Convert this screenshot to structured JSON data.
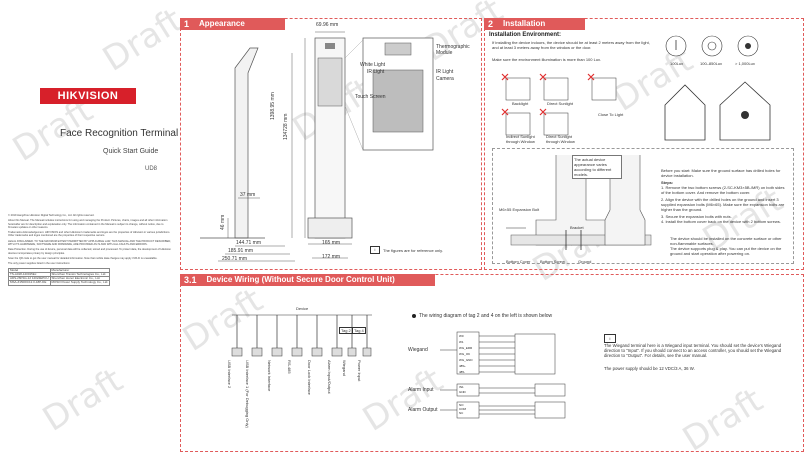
{
  "brand": "HIKVISION",
  "cover": {
    "title": "Face Recognition Terminal",
    "subtitle": "Quick Start Guide",
    "code": "UD8"
  },
  "watermark": "Draft",
  "legal": {
    "p1": "© 2019 Hangzhou Hikvision Digital Technology Co., Ltd. All rights reserved.",
    "p2": "About this Manual. The Manual includes instructions for using and managing the Product. Pictures, charts, images and all other information hereinafter are for description and explanation only. The information contained in the Manual is subject to change, without notice, due to firmware updates or other reasons.",
    "p3": "Trademarks Acknowledgement. HIKVISION and other Hikvision's trademarks and logos are the properties of Hikvision in various jurisdictions. Other trademarks and logos mentioned are the properties of their respective owners.",
    "p4": "LEGAL DISCLAIMER. TO THE MAXIMUM EXTENT PERMITTED BY APPLICABLE LAW, THIS MANUAL AND THE PRODUCT DESCRIBED, WITH ITS HARDWARE, SOFTWARE AND FIRMWARE, ARE PROVIDED AS IS AND WITH ALL FAULTS AND ERRORS.",
    "p5": "Data Protection. During the use of device, personal data will be collected, stored and processed. To protect data, the development of Hikvision devices incorporates privacy by design principles.",
    "p6": "Scan the QR code to get the user manual for detailed information. Note that mobile data charges may apply if Wi-Fi is unavailable.",
    "table_caption": "The only power supplies listed in the user instructions:",
    "table": [
      [
        "Model",
        "Manufacturer"
      ],
      [
        "TS-A018-120015Ec",
        "Shenzhen Transin Technologies Co., Ltd."
      ],
      [
        "ADS-26FSG-12 12024EPCU",
        "Shenzhen Honor Electronic Co., Ltd."
      ],
      [
        "MSA-Z1500IC12.0-18P-DE",
        "MOSO Power Supply Technology Co., Ltd."
      ]
    ]
  },
  "appearance": {
    "num": "1",
    "title": "Appearance",
    "dims": {
      "top_width": "69.96 mm",
      "height_total": "1398.95 mm",
      "height_inner": "134728 mm",
      "d37": "37 mm",
      "d46": "46 mm",
      "d144": "144.71 mm",
      "d185": "185.91 mm",
      "d250": "250.71 mm",
      "d165": "165 mm",
      "d172": "172 mm"
    },
    "labels": {
      "thermo": "Thermographic Module",
      "white_light": "White Light",
      "ir_light_l": "IR Light",
      "ir_light_r": "IR Light",
      "camera": "Camera",
      "touch_screen": "Touch Screen"
    },
    "note": "The figures are for reference only."
  },
  "installation": {
    "num": "2",
    "title": "Installation",
    "env_title": "Installation Environment:",
    "env1": "If installing the device indoors, the device should be at least 2 meters away from the light, and at least 3 meters away from the window or the door.",
    "env2": "Make sure the environment illumination is more than 100 Lux.",
    "lux": [
      "100Lux",
      "100–850Lux",
      "> 1,000Lux"
    ],
    "forbidden": [
      "Backlight",
      "Direct Sunlight",
      "Close To Light",
      "Indirect Sunlight through Window",
      "Direct Sunlight through Window"
    ],
    "callout": "The actual device appearance varies according to different models.",
    "labels": {
      "expansion": "M6×55 Expansion Bolt",
      "bracket": "Bracket",
      "bottom_cover": "Bottom Cover",
      "bottom_screw": "Bottom Screw",
      "ground": "Ground"
    },
    "before_start": "Before you start: Make sure the ground surface has drilled holes for device installation.",
    "steps_title": "Steps:",
    "steps": [
      "1. Remove the two bottom screws (2-SC-KM3×5B-/MR) on both sides of the bottom cover. And remove the bottom cover.",
      "2. Align the device with the drilled holes on the ground and insert 3 supplied expansion bolts (M6×65). Make sure the expansion bolts are higher than the ground.",
      "3. Secure the expansion bolts with nuts.",
      "4. Install the bottom cover back on the device with 2 bottom screws."
    ],
    "notes": [
      "The device should be installed on the concrete surface or other non-flammable surfaces.",
      "The device supports plug & play. You can put the device on the ground and start operation after powering on."
    ]
  },
  "wiring": {
    "num": "3.1",
    "title": "Device Wiring (Without Secure Door Control Unit)",
    "device_label": "Device",
    "tags": [
      "Tag 2",
      "Tag 4"
    ],
    "ports": [
      "USB Interface 2",
      "USB Interface 1 (For Debugging Only)",
      "Network Interface",
      "RS-485",
      "Door Lock Interface",
      "Alarm Input/Output",
      "Wiegand",
      "Power Input"
    ],
    "diagram_title": "The wiring diagram of tag 2 and 4 on the left is shown below",
    "groups": [
      "Wiegand",
      "Alarm Input",
      "Alarm Output"
    ],
    "wiegand_pins": [
      "W0",
      "W1",
      "WG_ERR",
      "WG_OK",
      "WG_GND",
      "485+",
      "485-"
    ],
    "alarm_in_pins": [
      "IN1",
      "GND"
    ],
    "alarm_out_pins": [
      "NO",
      "COM",
      "NC"
    ],
    "notes": [
      "The Wiegand terminal here is a Wiegand input terminal. You should set the device's Wiegand direction to \"Input\". If you should connect to an access controller, you should set the Wiegand direction to \"Output\". For details, see the user manual.",
      "The power supply should be 12 VDC/3 A, 36 W."
    ]
  }
}
